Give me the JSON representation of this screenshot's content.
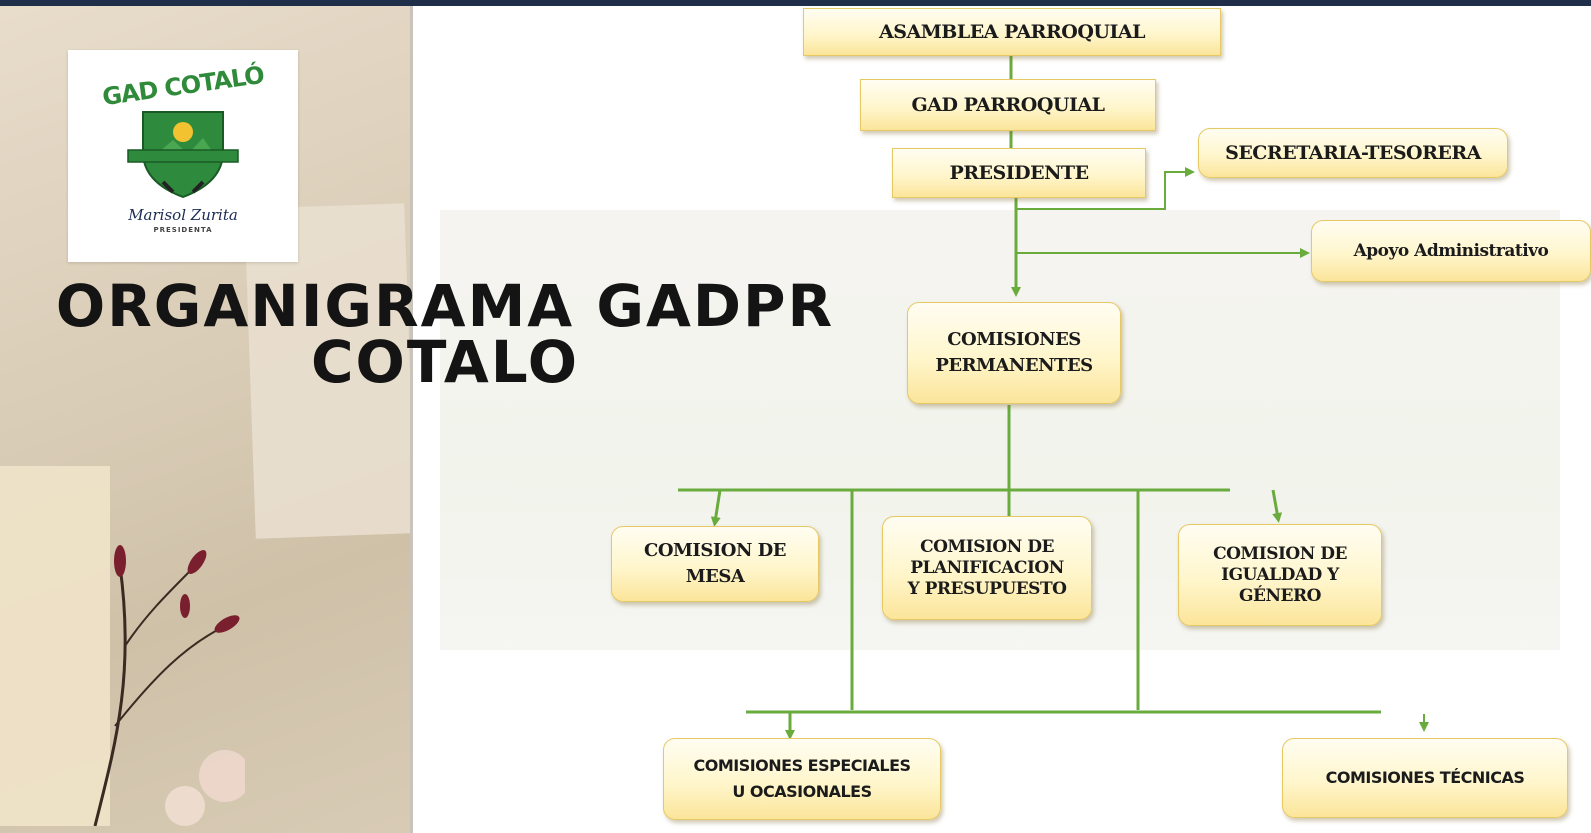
{
  "title": {
    "line1": "ORGANIGRAMA GADPR",
    "line2": "COTALO"
  },
  "logo": {
    "name": "GAD COTALÓ",
    "signature": "Marisol Zurita",
    "role": "PRESIDENTA"
  },
  "org_chart": {
    "asamblea": "ASAMBLEA PARROQUIAL",
    "gad": "GAD PARROQUIAL",
    "presidente": "PRESIDENTE",
    "secretaria": "SECRETARIA-TESORERA",
    "apoyo": "Apoyo Administrativo",
    "comisiones_permanentes": [
      "COMISIONES",
      "PERMANENTES"
    ],
    "comision_mesa": [
      "COMISION DE",
      "MESA"
    ],
    "comision_planificacion": [
      "COMISION DE",
      "PLANIFICACION",
      "Y PRESUPUESTO"
    ],
    "comision_igualdad": [
      "COMISION DE",
      "IGUALDAD Y",
      "GÉNERO"
    ],
    "comisiones_especiales": [
      "COMISIONES ESPECIALES",
      "U OCASIONALES"
    ],
    "comisiones_tecnicas": "COMISIONES TÉCNICAS"
  },
  "colors": {
    "connector": "#6aab3e",
    "box_fill": "#fff6cc",
    "box_border": "#e6c865",
    "top_bar": "#1f2f4a",
    "logo_green": "#2f8a3a"
  }
}
